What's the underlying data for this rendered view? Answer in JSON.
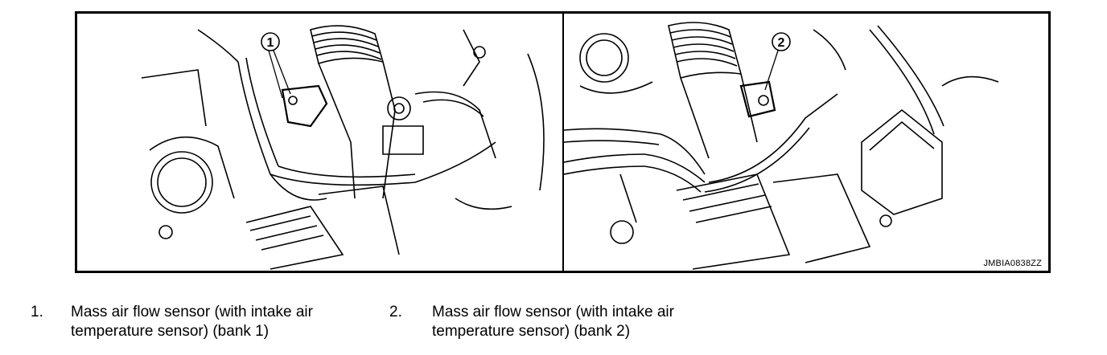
{
  "figure": {
    "code": "JMBIA0838ZZ",
    "callouts": [
      {
        "number": "1"
      },
      {
        "number": "2"
      }
    ]
  },
  "legend": [
    {
      "number": "1.",
      "text": "Mass air flow sensor (with intake air temperature sensor) (bank 1)"
    },
    {
      "number": "2.",
      "text": "Mass air flow sensor (with intake air temperature sensor) (bank 2)"
    }
  ]
}
